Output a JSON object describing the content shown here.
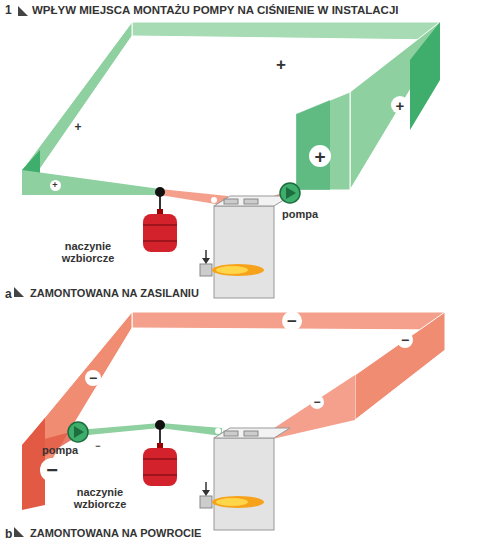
{
  "diagram": {
    "title": "WPŁYW MIEJSCA MONTAŻU POMPY NA CIŚNIENIE W INSTALACJI",
    "labels": [
      "1",
      "+",
      "+",
      "+",
      "+",
      "+",
      "naczynie wzbiorcze",
      "pompa",
      "a",
      "ZAMONTOWANA NA ZASILANIU",
      "−",
      "−",
      "−",
      "−",
      "−",
      "−",
      "pompa",
      "naczynie wzbiorcze",
      "b",
      "ZAMONTOWANA NA POWROCIE"
    ]
  }
}
